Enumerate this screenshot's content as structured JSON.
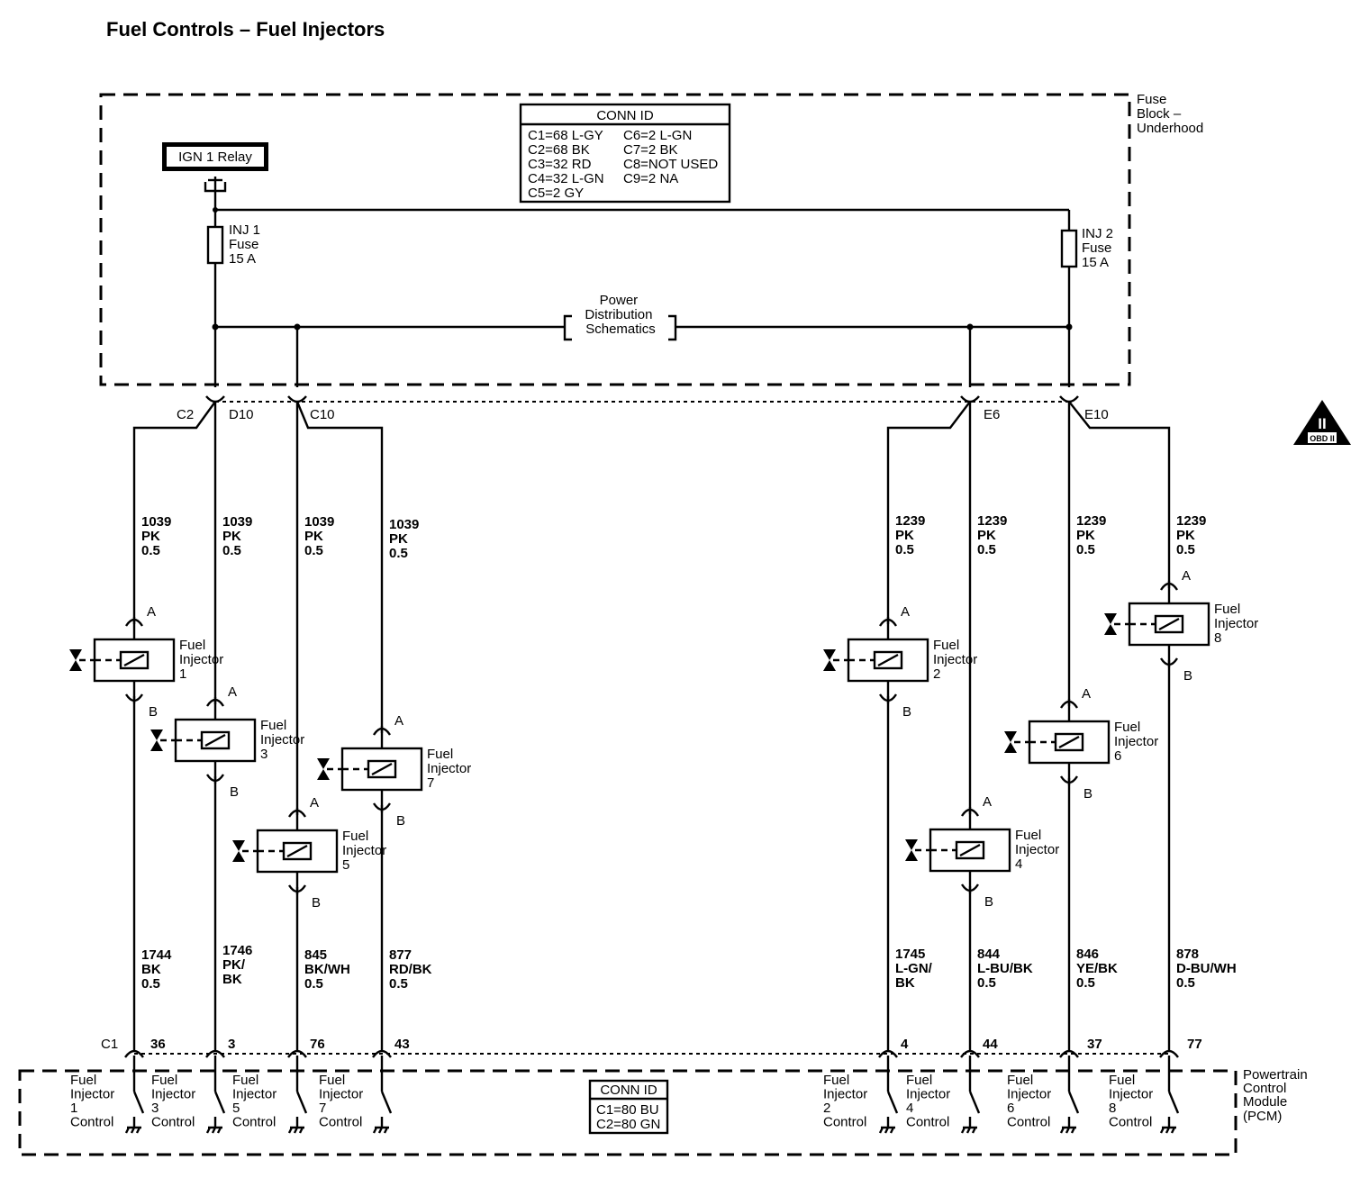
{
  "title": "Fuel Controls – Fuel Injectors",
  "fuse_block": {
    "label": [
      "Fuse",
      "Block –",
      "Underhood"
    ],
    "conn_id_title": "CONN ID",
    "conn_id_left": [
      "C1=68 L-GY",
      "C2=68 BK",
      "C3=32 RD",
      "C4=32 L-GN",
      "C5=2 GY"
    ],
    "conn_id_right": [
      "C6=2 L-GN",
      "C7=2 BK",
      "C8=NOT USED",
      "C9=2 NA"
    ],
    "relay": "IGN 1 Relay",
    "fuse1": [
      "INJ 1",
      "Fuse",
      "15 A"
    ],
    "fuse2": [
      "INJ 2",
      "Fuse",
      "15 A"
    ],
    "power_dist": [
      "Power",
      "Distribution",
      "Schematics"
    ]
  },
  "pcm": {
    "label": [
      "Powertrain",
      "Control",
      "Module",
      "(PCM)"
    ],
    "conn_id_title": "CONN ID",
    "conn_id": [
      "C1=80 BU",
      "C2=80 GN"
    ]
  },
  "obd": {
    "symbol": "II",
    "label": "OBD II"
  },
  "fuse_connectors": [
    "C2",
    "D10",
    "C10",
    "E6",
    "E10"
  ],
  "pcm_connector": "C1",
  "injectors": [
    {
      "num": "1",
      "label": [
        "Fuel",
        "Injector",
        "1"
      ],
      "pin_a": "A",
      "pin_b": "B",
      "upper_wire": [
        "1039",
        "PK",
        "0.5"
      ],
      "lower_wire": [
        "1744",
        "BK",
        "0.5"
      ],
      "pcm_pin": "36",
      "pcm_label": [
        "Fuel",
        "Injector",
        "1",
        "Control"
      ]
    },
    {
      "num": "3",
      "label": [
        "Fuel",
        "Injector",
        "3"
      ],
      "pin_a": "A",
      "pin_b": "B",
      "upper_wire": [
        "1039",
        "PK",
        "0.5"
      ],
      "lower_wire": [
        "1746",
        "PK/",
        "BK"
      ],
      "pcm_pin": "3",
      "pcm_label": [
        "Fuel",
        "Injector",
        "3",
        "Control"
      ]
    },
    {
      "num": "5",
      "label": [
        "Fuel",
        "Injector",
        "5"
      ],
      "pin_a": "A",
      "pin_b": "B",
      "upper_wire": [
        "1039",
        "PK",
        "0.5"
      ],
      "lower_wire": [
        "845",
        "BK/WH",
        "0.5"
      ],
      "pcm_pin": "76",
      "pcm_label": [
        "Fuel",
        "Injector",
        "5",
        "Control"
      ]
    },
    {
      "num": "7",
      "label": [
        "Fuel",
        "Injector",
        "7"
      ],
      "pin_a": "A",
      "pin_b": "B",
      "upper_wire": [
        "1039",
        "PK",
        "0.5"
      ],
      "lower_wire": [
        "877",
        "RD/BK",
        "0.5"
      ],
      "pcm_pin": "43",
      "pcm_label": [
        "Fuel",
        "Injector",
        "7",
        "Control"
      ]
    },
    {
      "num": "2",
      "label": [
        "Fuel",
        "Injector",
        "2"
      ],
      "pin_a": "A",
      "pin_b": "B",
      "upper_wire": [
        "1239",
        "PK",
        "0.5"
      ],
      "lower_wire": [
        "1745",
        "L-GN/",
        "BK"
      ],
      "pcm_pin": "4",
      "pcm_label": [
        "Fuel",
        "Injector",
        "2",
        "Control"
      ]
    },
    {
      "num": "4",
      "label": [
        "Fuel",
        "Injector",
        "4"
      ],
      "pin_a": "A",
      "pin_b": "B",
      "upper_wire": [
        "1239",
        "PK",
        "0.5"
      ],
      "lower_wire": [
        "844",
        "L-BU/BK",
        "0.5"
      ],
      "pcm_pin": "44",
      "pcm_label": [
        "Fuel",
        "Injector",
        "4",
        "Control"
      ]
    },
    {
      "num": "6",
      "label": [
        "Fuel",
        "Injector",
        "6"
      ],
      "pin_a": "A",
      "pin_b": "B",
      "upper_wire": [
        "1239",
        "PK",
        "0.5"
      ],
      "lower_wire": [
        "846",
        "YE/BK",
        "0.5"
      ],
      "pcm_pin": "37",
      "pcm_label": [
        "Fuel",
        "Injector",
        "6",
        "Control"
      ]
    },
    {
      "num": "8",
      "label": [
        "Fuel",
        "Injector",
        "8"
      ],
      "pin_a": "A",
      "pin_b": "B",
      "upper_wire": [
        "1239",
        "PK",
        "0.5"
      ],
      "lower_wire": [
        "878",
        "D-BU/WH",
        "0.5"
      ],
      "pcm_pin": "77",
      "pcm_label": [
        "Fuel",
        "Injector",
        "8",
        "Control"
      ]
    }
  ]
}
